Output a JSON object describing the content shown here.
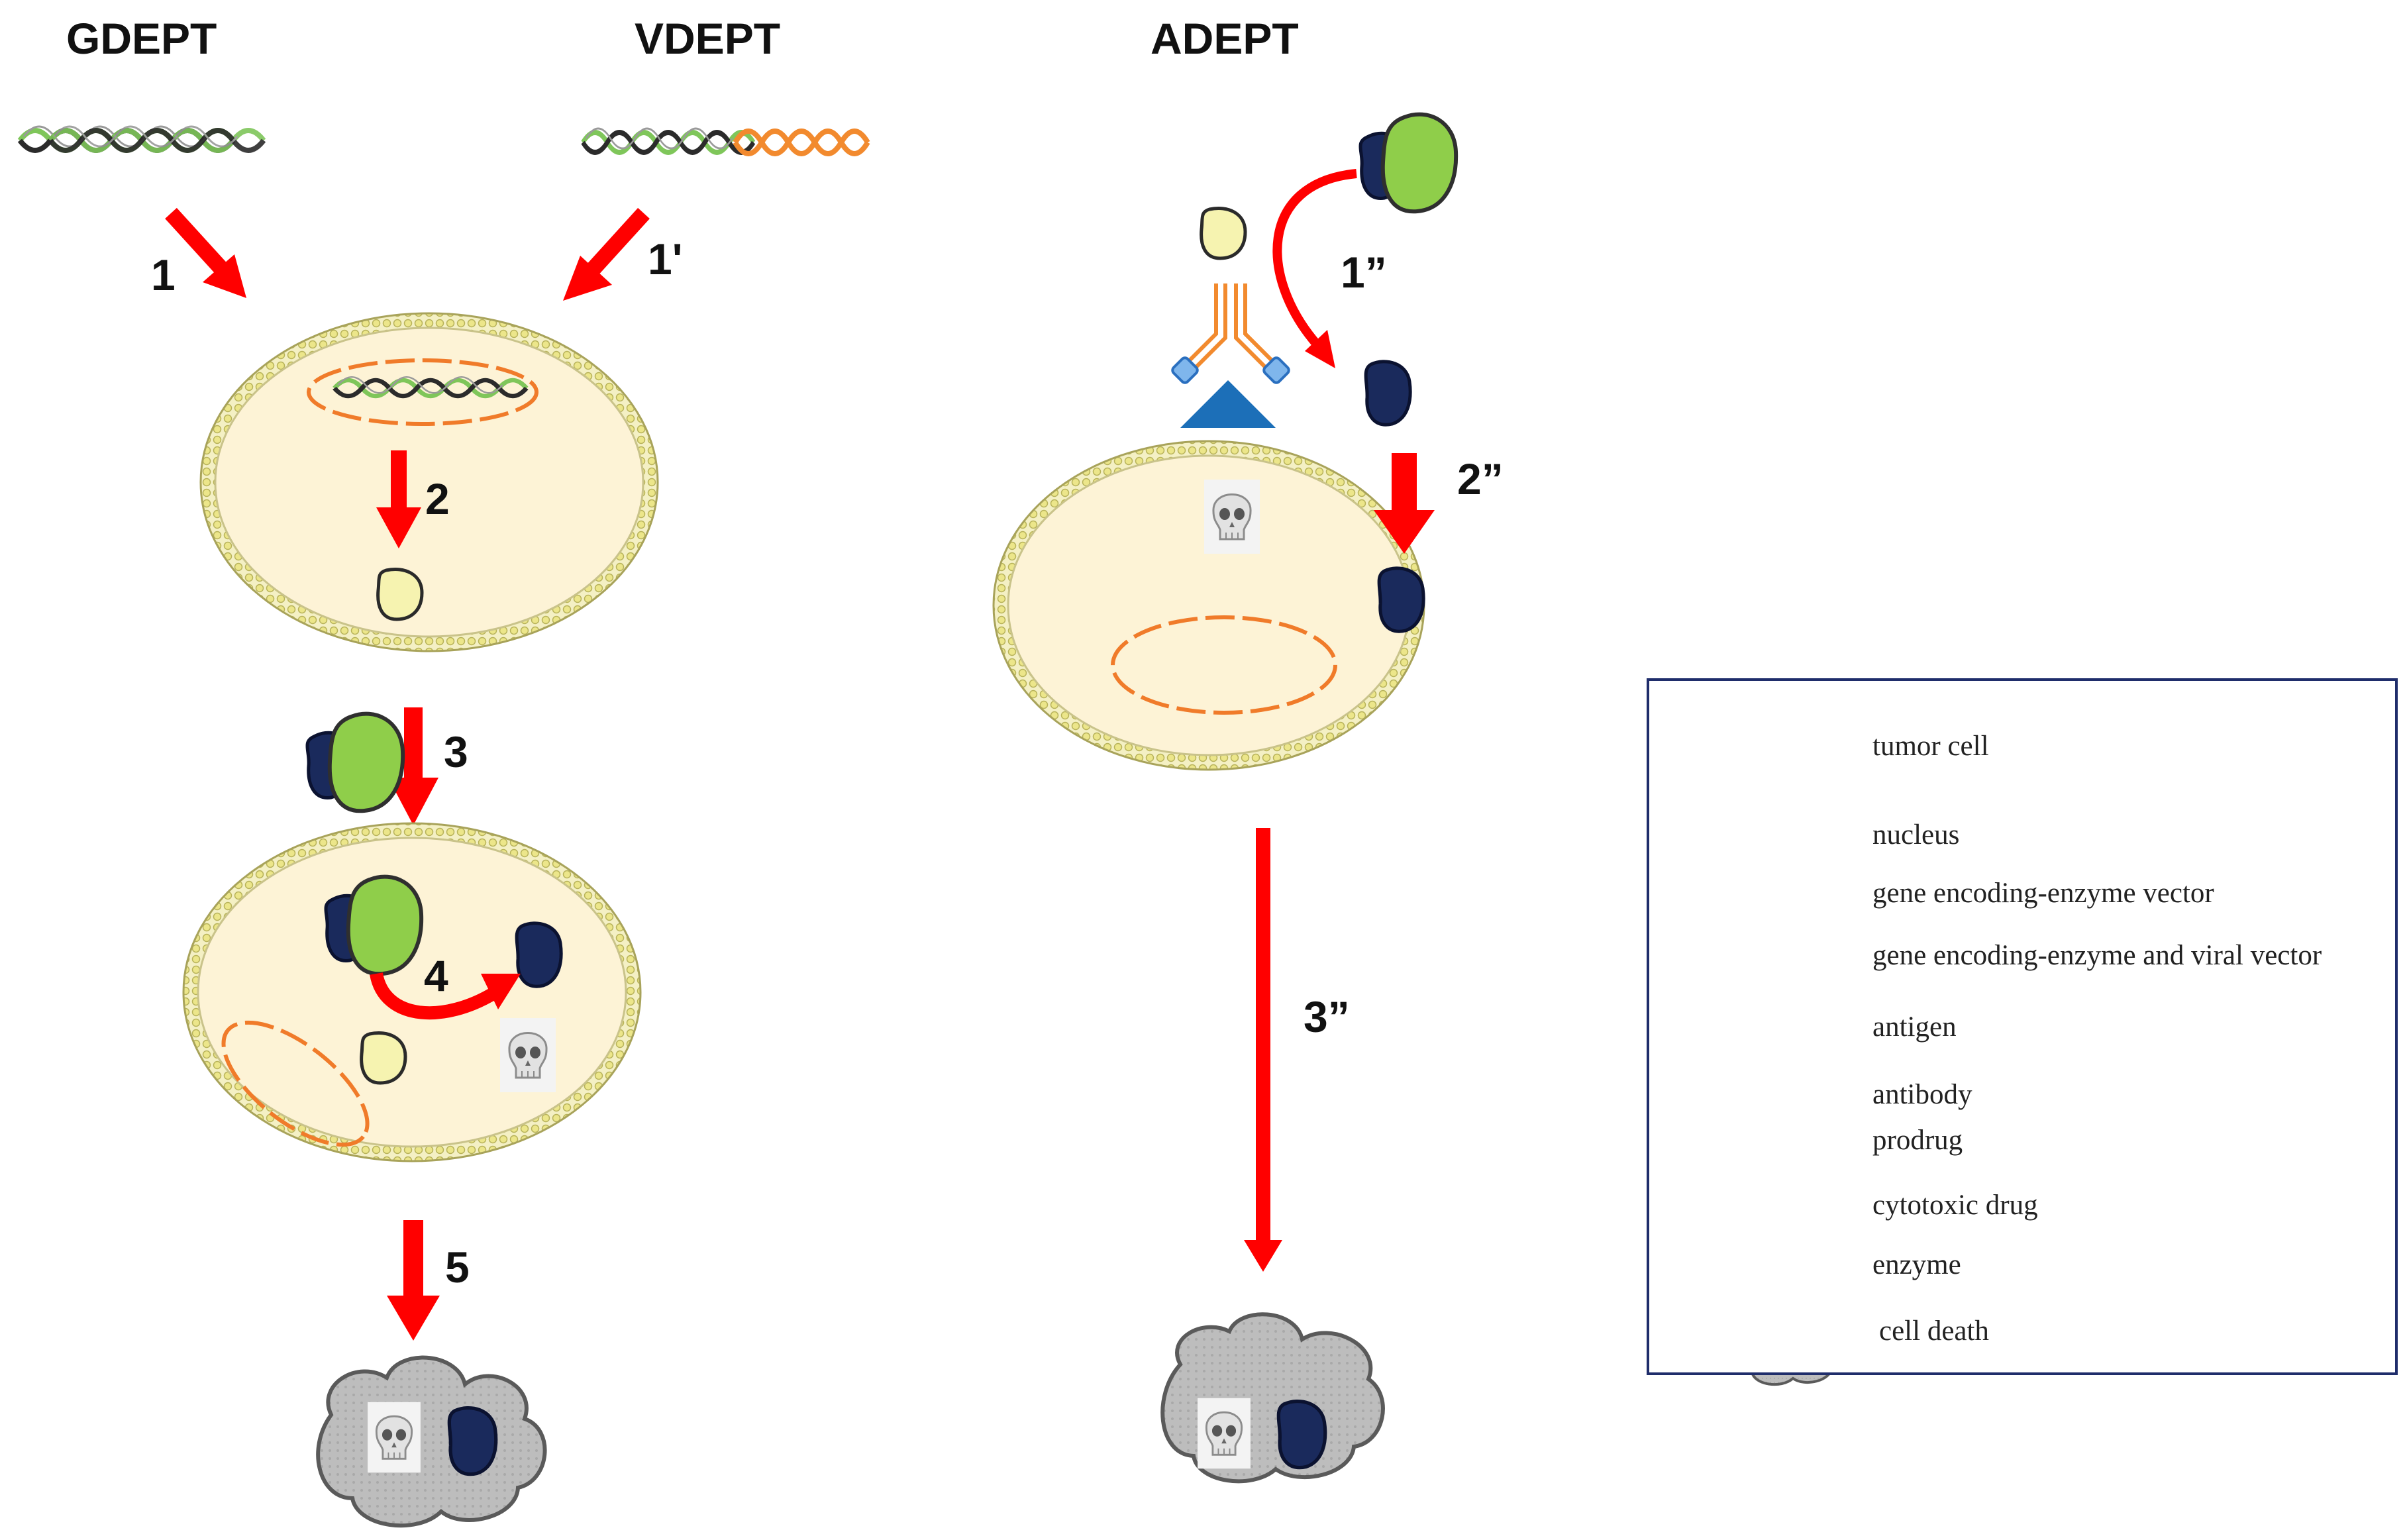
{
  "titles": {
    "gdept": "GDEPT",
    "vdept": "VDEPT",
    "adept": "ADEPT"
  },
  "steps": {
    "s1": "1",
    "s1p": "1'",
    "s2": "2",
    "s3": "3",
    "s4": "4",
    "s5": "5",
    "s1pp": "1”",
    "s2pp": "2”",
    "s3pp": "3”"
  },
  "legend": {
    "items": [
      "tumor cell",
      "nucleus",
      "gene encoding-enzyme vector",
      "gene encoding-enzyme and viral vector",
      "antigen",
      "antibody",
      "prodrug",
      "cytotoxic drug",
      "enzyme",
      "cell death"
    ]
  },
  "colors": {
    "arrow": "#ff0000",
    "cell_fill": "#fdf3d6",
    "membrane": "#e8e39a",
    "nucleus": "#f07b2a",
    "prodrug_green": "#8fce4a",
    "drug_navy": "#1a2a5c",
    "enzyme": "#f6f3b0",
    "antigen": "#1c6fb8",
    "death_gray": "#b9b9b9",
    "legend_border": "#1f2d6b"
  },
  "icons": [
    "skull-icon",
    "dna-helix-icon",
    "antibody-icon",
    "antigen-icon"
  ]
}
